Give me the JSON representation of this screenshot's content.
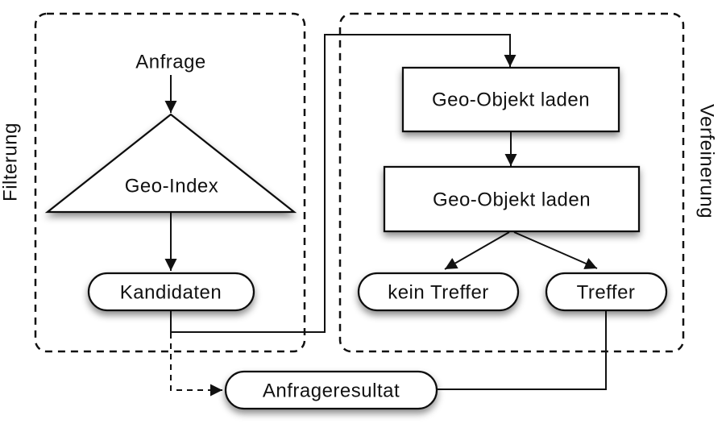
{
  "diagram": {
    "type": "flowchart",
    "sections": {
      "filterung": {
        "label": "Filterung"
      },
      "verfeinerung": {
        "label": "Verfeinerung"
      }
    },
    "nodes": {
      "anfrage": {
        "label": "Anfrage",
        "shape": "text"
      },
      "geo_index": {
        "label": "Geo-Index",
        "shape": "triangle"
      },
      "kandidaten": {
        "label": "Kandidaten",
        "shape": "pill"
      },
      "geo_objekt_laden_1": {
        "label": "Geo-Objekt laden",
        "shape": "rectangle"
      },
      "geo_objekt_laden_2": {
        "label": "Geo-Objekt laden",
        "shape": "rectangle"
      },
      "kein_treffer": {
        "label": "kein Treffer",
        "shape": "pill"
      },
      "treffer": {
        "label": "Treffer",
        "shape": "pill"
      },
      "anfrageresultat": {
        "label": "Anfrageresultat",
        "shape": "pill"
      }
    },
    "edges": [
      {
        "from": "anfrage",
        "to": "geo_index",
        "style": "solid-arrow"
      },
      {
        "from": "geo_index",
        "to": "kandidaten",
        "style": "solid-arrow"
      },
      {
        "from": "kandidaten",
        "to": "geo_objekt_laden_1",
        "style": "solid-arrow"
      },
      {
        "from": "geo_objekt_laden_1",
        "to": "geo_objekt_laden_2",
        "style": "solid-arrow"
      },
      {
        "from": "geo_objekt_laden_2",
        "to": "kein_treffer",
        "style": "solid-arrow"
      },
      {
        "from": "geo_objekt_laden_2",
        "to": "treffer",
        "style": "solid-arrow"
      },
      {
        "from": "treffer",
        "to": "anfrageresultat",
        "style": "solid-line"
      },
      {
        "from": "kandidaten",
        "to": "anfrageresultat",
        "style": "dashed-arrow"
      }
    ],
    "colors": {
      "stroke": "#111111",
      "fill": "#ffffff",
      "background": "#ffffff"
    }
  }
}
